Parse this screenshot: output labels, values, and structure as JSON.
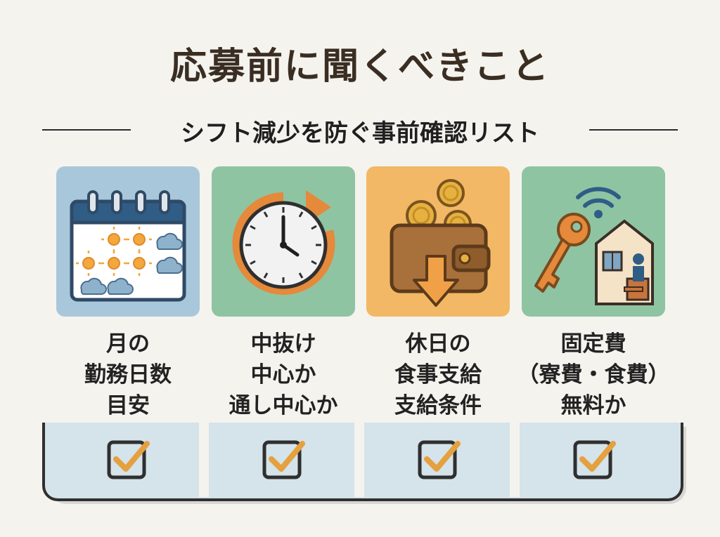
{
  "title": "応募前に聞くべきこと",
  "subtitle": "シフト減少を防ぐ事前確認リスト",
  "colors": {
    "background": "#f5f3ee",
    "card_blue": "#a9c7da",
    "card_green": "#8fc4a2",
    "card_orange": "#f2b865",
    "card_green2": "#8fc4a2",
    "accent_orange": "#e5893a",
    "check_panel": "#d5e3ea"
  },
  "cards": [
    {
      "icon": "calendar-icon",
      "lines": [
        "月の",
        "勤務日数",
        "目安"
      ]
    },
    {
      "icon": "clock-icon",
      "lines": [
        "中抜け",
        "中心か",
        "通し中心か"
      ]
    },
    {
      "icon": "wallet-icon",
      "lines": [
        "休日の",
        "食事支給",
        "支給条件"
      ]
    },
    {
      "icon": "key-house-icon",
      "lines": [
        "固定費",
        "（寮費・食費）",
        "無料か"
      ]
    }
  ],
  "checklist": [
    {
      "icon": "checkbox-checked-icon",
      "checked": true
    },
    {
      "icon": "checkbox-checked-icon",
      "checked": true
    },
    {
      "icon": "checkbox-checked-icon",
      "checked": true
    },
    {
      "icon": "checkbox-checked-icon",
      "checked": true
    }
  ]
}
